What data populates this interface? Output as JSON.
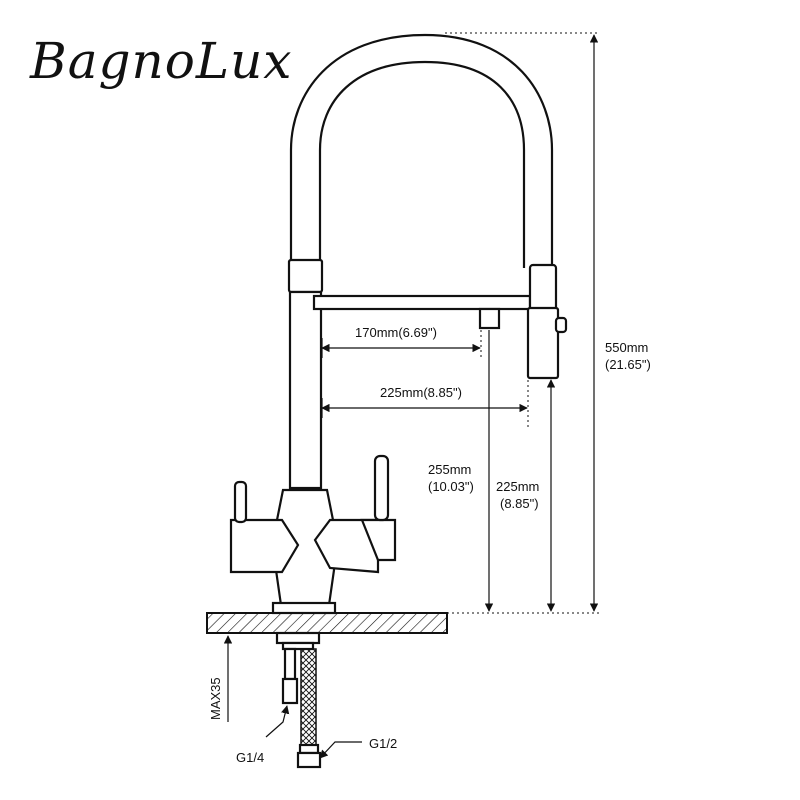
{
  "brand": {
    "logo_text": "BagnoLux"
  },
  "dimensions": {
    "spout_reach_inner": "170mm(6.69\")",
    "spout_reach_outer": "225mm(8.85\")",
    "total_height_mm": "550mm",
    "total_height_in": "(21.65\")",
    "spout_height_mm": "255mm",
    "spout_height_in": "(10.03\")",
    "outlet_height_mm": "225mm",
    "outlet_height_in": "(8.85\")",
    "max_deck": "MAX35"
  },
  "connections": {
    "small": "G1/4",
    "large": "G1/2"
  },
  "colors": {
    "line": "#111111",
    "background": "#ffffff"
  }
}
